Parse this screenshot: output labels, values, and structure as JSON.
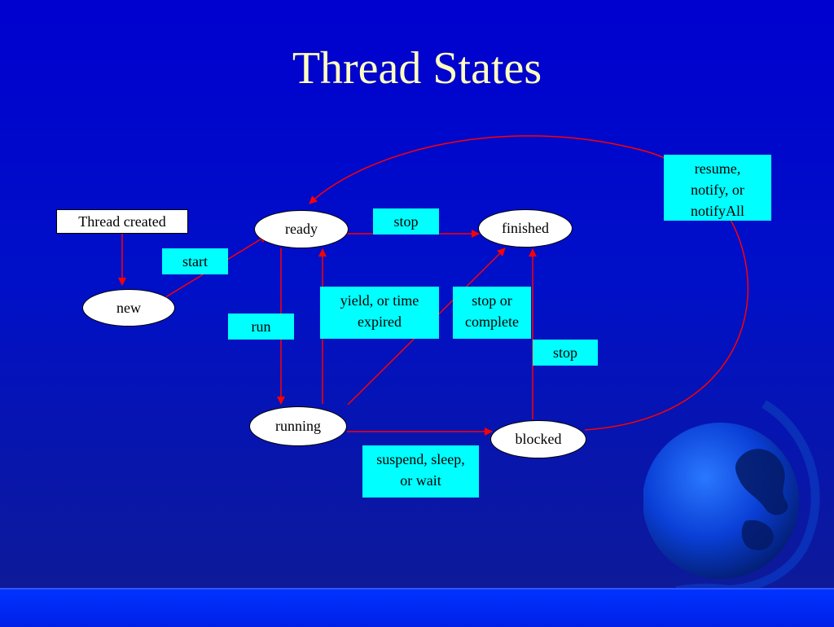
{
  "slide": {
    "title": "Thread States",
    "theme": {
      "background": "#0000cf",
      "title_color": "#ffffc0",
      "label_fill": "#00ffff",
      "arrow_color": "#ff0000"
    }
  },
  "diagram": {
    "start_label": "Thread created",
    "states": {
      "new": "new",
      "ready": "ready",
      "running": "running",
      "finished": "finished",
      "blocked": "blocked"
    },
    "transitions": {
      "start": "start",
      "run": "run",
      "yield": "yield, or  time expired",
      "stop_ready": "stop",
      "stop_running": "stop or complete",
      "stop_blocked": "stop",
      "suspend": "suspend, sleep, or wait",
      "resume": "resume, notify, or notifyAll"
    }
  },
  "decoration": {
    "globe": "globe-icon"
  }
}
